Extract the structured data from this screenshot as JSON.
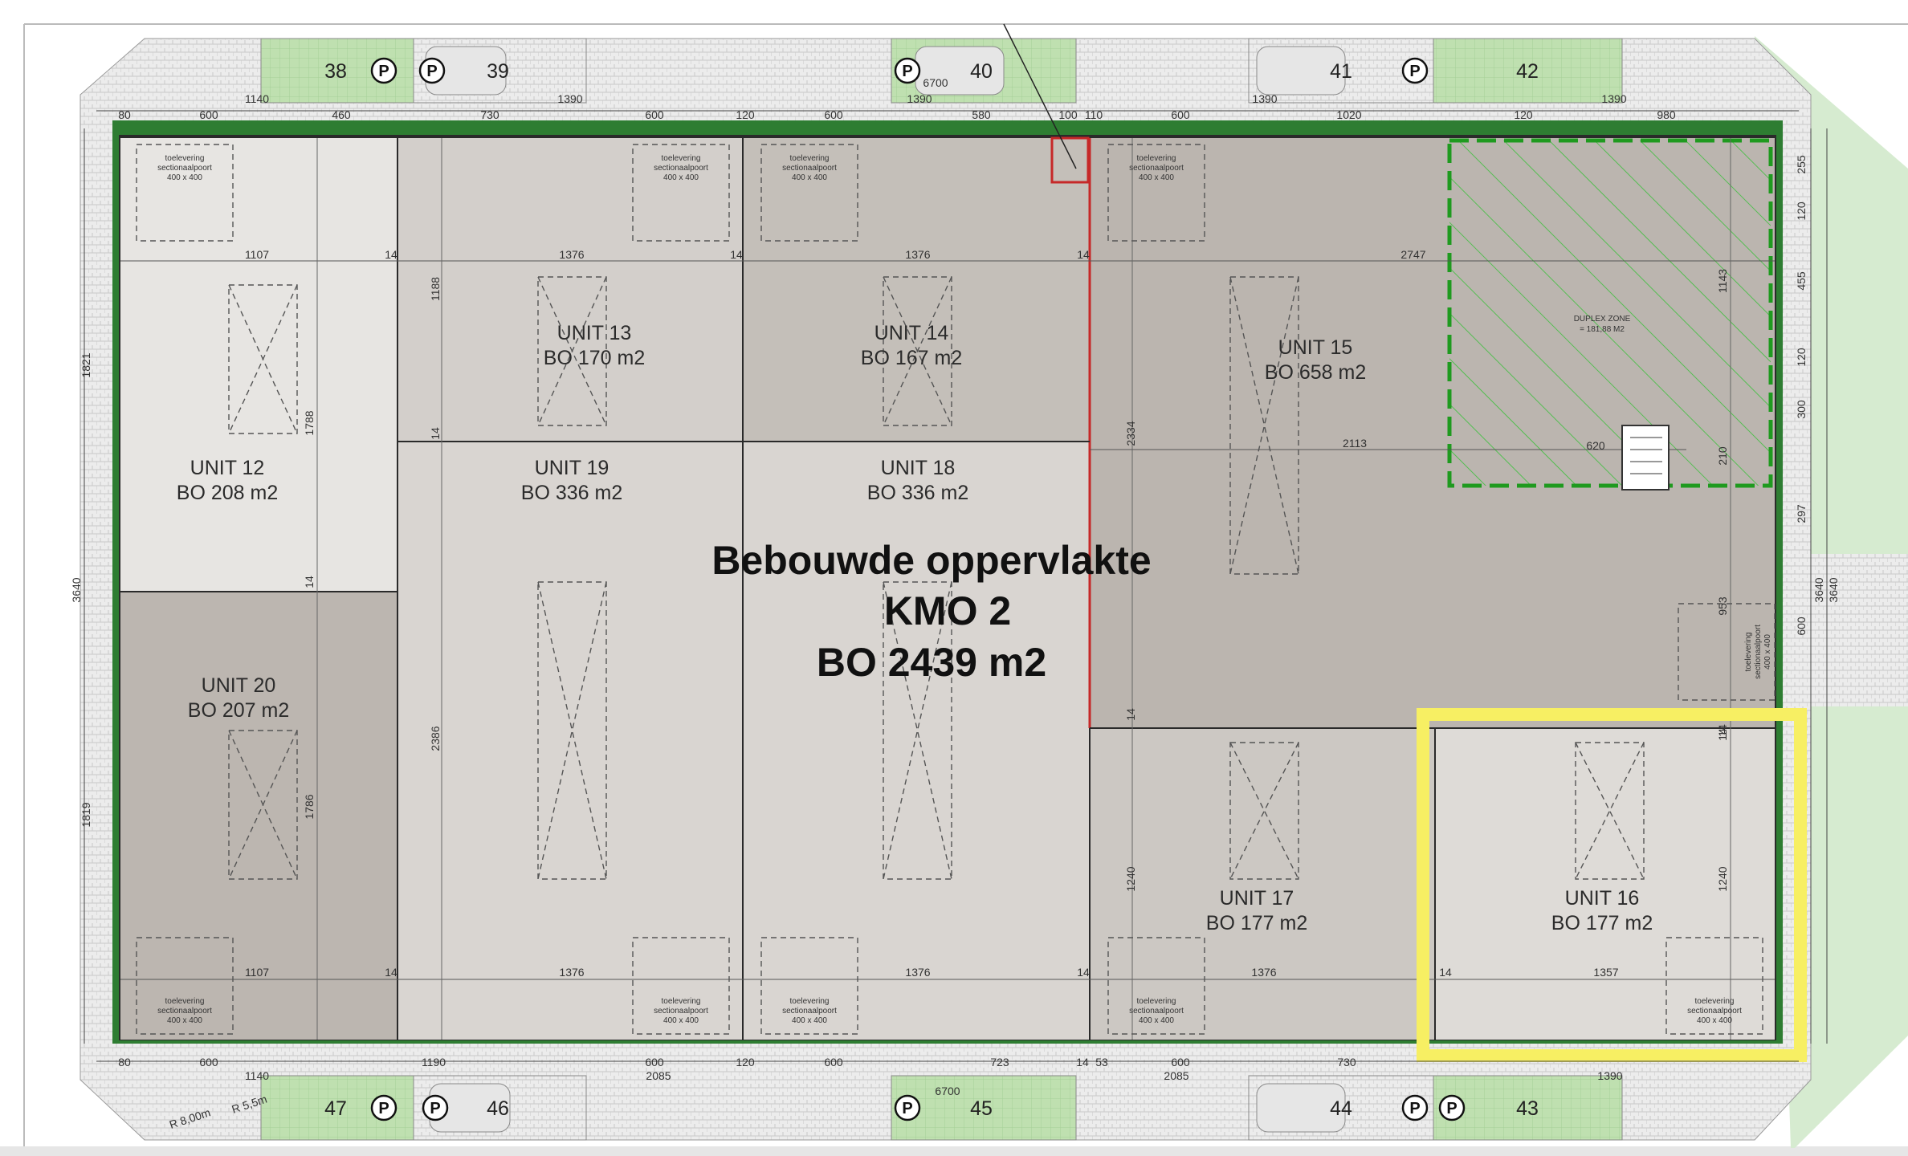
{
  "headline": {
    "line1": "Bebouwde oppervlakte",
    "line2": "KMO 2",
    "line3": "BO 2439 m2"
  },
  "units": [
    {
      "id": "u13",
      "name": "UNIT 13",
      "area": "BO 170 m2"
    },
    {
      "id": "u14",
      "name": "UNIT 14",
      "area": "BO 167 m2"
    },
    {
      "id": "u15",
      "name": "UNIT 15",
      "area": "BO 658 m2"
    },
    {
      "id": "u12",
      "name": "UNIT 12",
      "area": "BO 208 m2"
    },
    {
      "id": "u19",
      "name": "UNIT 19",
      "area": "BO 336 m2"
    },
    {
      "id": "u18",
      "name": "UNIT 18",
      "area": "BO 336 m2"
    },
    {
      "id": "u20",
      "name": "UNIT 20",
      "area": "BO 207 m2"
    },
    {
      "id": "u17",
      "name": "UNIT 17",
      "area": "BO 177 m2"
    },
    {
      "id": "u16",
      "name": "UNIT 16",
      "area": "BO 177 m2"
    }
  ],
  "duplex": {
    "line1": "DUPLEX ZONE",
    "line2": "= 181,88 M2"
  },
  "parking_top": [
    "38",
    "39",
    "40",
    "41",
    "42"
  ],
  "parking_bottom": [
    "47",
    "46",
    "45",
    "44",
    "43"
  ],
  "parking_symbol": "P",
  "gate_label": {
    "line1": "toelevering",
    "line2": "sectionaalpoort",
    "line3": "400 x 400"
  },
  "highlight_color": "#f7ef63",
  "facade_color": "#3c8f3c",
  "dims_top": [
    "80",
    "600",
    "460",
    "730",
    "600",
    "120",
    "600",
    "580",
    "100",
    "110",
    "600",
    "1020",
    "120",
    "980"
  ],
  "dims_top_outer": [
    "1140",
    "1390",
    "1390",
    "1390",
    "1390"
  ],
  "dims_bottom": [
    "80",
    "600",
    "1190",
    "600",
    "120",
    "600",
    "723",
    "14",
    "53",
    "600",
    "730"
  ],
  "dims_bottom_outer": [
    "1140",
    "2085",
    "2085",
    "1390"
  ],
  "dims_width_top": "6700",
  "dims_width_bottom": "6700",
  "dims_inner_top": [
    "1107",
    "14",
    "1376",
    "14",
    "1376",
    "14",
    "2747"
  ],
  "dims_inner_bottom": [
    "1107",
    "14",
    "1376",
    "1376",
    "14",
    "1376",
    "14",
    "1357"
  ],
  "dims_left": [
    "1821",
    "3640",
    "1819"
  ],
  "dims_vertical_inner": [
    "1188",
    "1788",
    "2386",
    "1786",
    "14",
    "14",
    "2334",
    "1240",
    "1240",
    "14",
    "14"
  ],
  "dims_right": [
    "255",
    "120",
    "1143",
    "455",
    "120",
    "300",
    "210",
    "297",
    "600",
    "953",
    "3640",
    "3640",
    "14",
    "620",
    "2113"
  ],
  "radius_labels": [
    "R 8,00m",
    "R 5,5m"
  ]
}
